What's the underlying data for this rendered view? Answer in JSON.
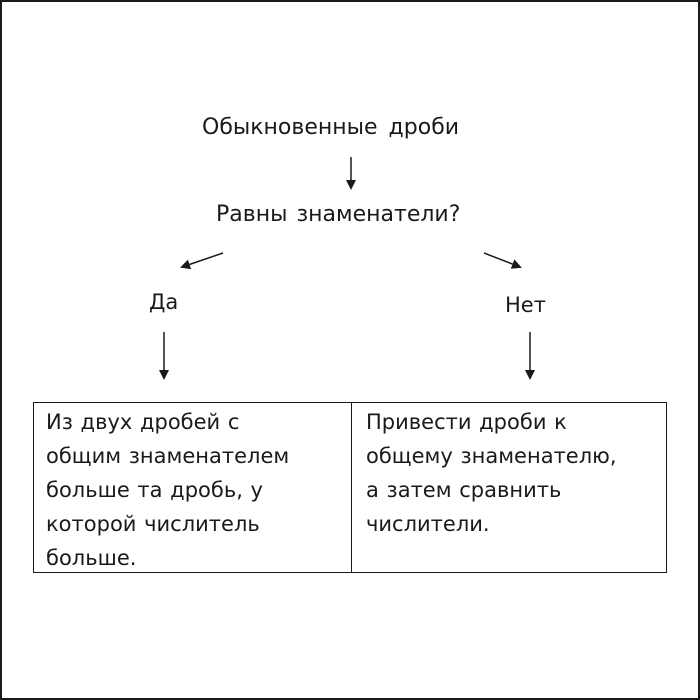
{
  "diagram": {
    "title": "Обыкновенные   дроби",
    "question": "Равны  знаменатели?",
    "branch_yes": "Да",
    "branch_no": "Нет",
    "result_yes_lines": [
      "Из двух дробей с",
      "общим знаменателем",
      "больше  та дробь, у",
      "которой числитель",
      "больше."
    ],
    "result_no_lines": [
      "Привести  дроби  к",
      "общему  знаменателю,",
      "а затем сравнить",
      "числители."
    ]
  }
}
